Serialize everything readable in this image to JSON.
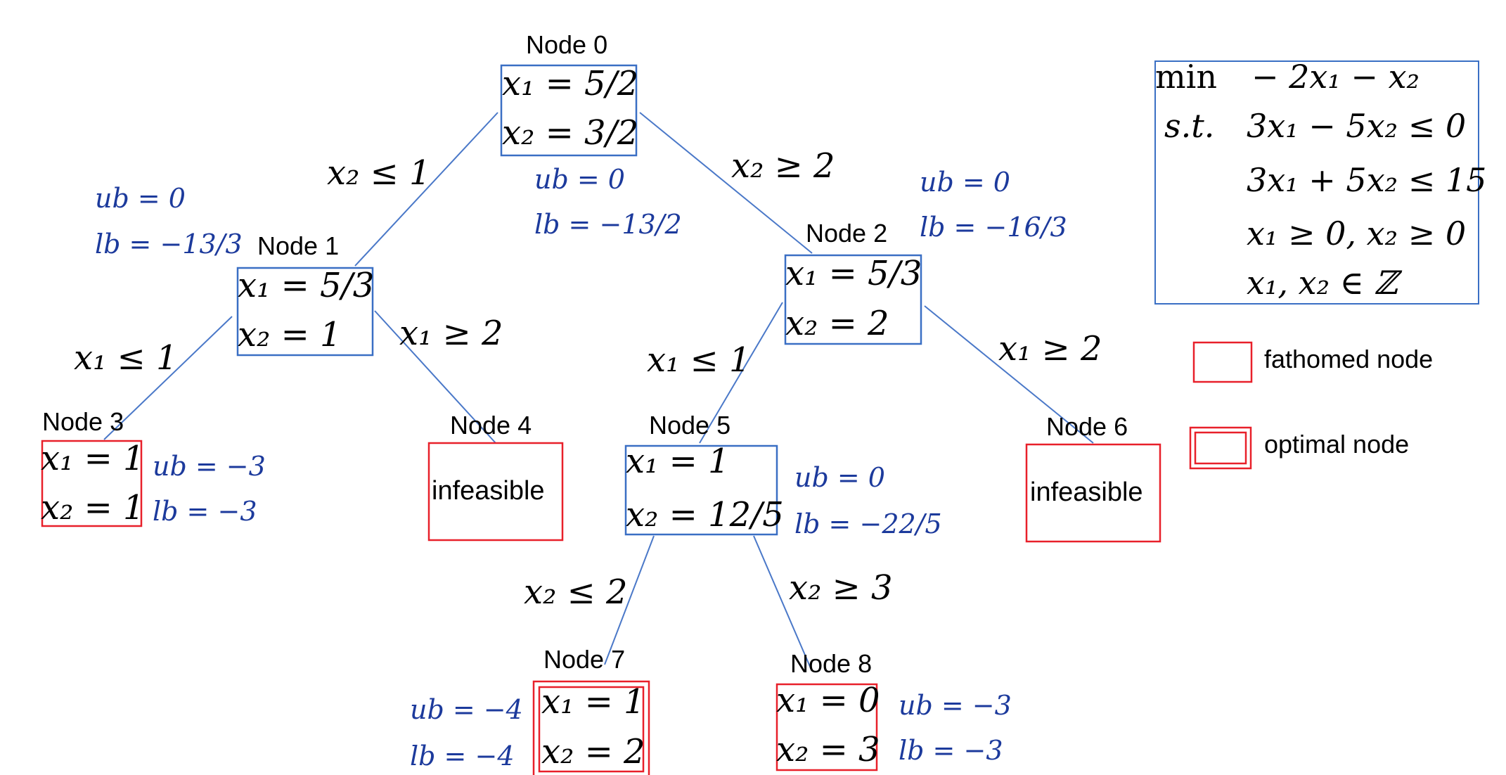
{
  "nodes": [
    {
      "id": "0",
      "title": "Node 0",
      "lines": [
        "x₁ = 5/2",
        "x₂ = 3/2"
      ],
      "ub": "ub = 0",
      "lb": "lb = −13/2"
    },
    {
      "id": "1",
      "title": "Node 1",
      "lines": [
        "x₁ = 5/3",
        "x₂ = 1"
      ],
      "ub": "ub = 0",
      "lb": "lb = −13/3"
    },
    {
      "id": "2",
      "title": "Node 2",
      "lines": [
        "x₁ = 5/3",
        "x₂ = 2"
      ],
      "ub": "ub = 0",
      "lb": "lb = −16/3"
    },
    {
      "id": "3",
      "title": "Node 3",
      "lines": [
        "x₁ = 1",
        "x₂ = 1"
      ],
      "ub": "ub = −3",
      "lb": "lb = −3"
    },
    {
      "id": "4",
      "title": "Node 4",
      "text": "infeasible"
    },
    {
      "id": "5",
      "title": "Node 5",
      "lines": [
        "x₁ = 1",
        "x₂ = 12/5"
      ],
      "ub": "ub = 0",
      "lb": "lb = −22/5"
    },
    {
      "id": "6",
      "title": "Node 6",
      "text": "infeasible"
    },
    {
      "id": "7",
      "title": "Node 7",
      "lines": [
        "x₁ = 1",
        "x₂ = 2"
      ],
      "ub": "ub = −4",
      "lb": "lb = −4"
    },
    {
      "id": "8",
      "title": "Node 8",
      "lines": [
        "x₁ = 0",
        "x₂ = 3"
      ],
      "ub": "ub = −3",
      "lb": "lb = −3"
    }
  ],
  "branches": {
    "b01": "x₂ ≤ 1",
    "b02": "x₂ ≥ 2",
    "b13": "x₁ ≤ 1",
    "b14": "x₁ ≥ 2",
    "b25": "x₁ ≤ 1",
    "b26": "x₁ ≥ 2",
    "b57": "x₂ ≤ 2",
    "b58": "x₂ ≥ 3"
  },
  "problem": {
    "min_kw": "min",
    "objective": "− 2x₁ − x₂",
    "st_kw": "s.t.",
    "constraints": [
      "3x₁ − 5x₂ ≤ 0",
      "3x₁ + 5x₂ ≤ 15",
      "x₁ ≥ 0, x₂ ≥ 0",
      "x₁, x₂ ∈ ℤ"
    ]
  },
  "legend": {
    "fathomed": "fathomed node",
    "optimal": "optimal node"
  },
  "colors": {
    "active_box": "#3a6fc4",
    "fathomed_box": "#e8202a",
    "bound_text": "#1c3a9c",
    "edge": "#4a78c8"
  }
}
